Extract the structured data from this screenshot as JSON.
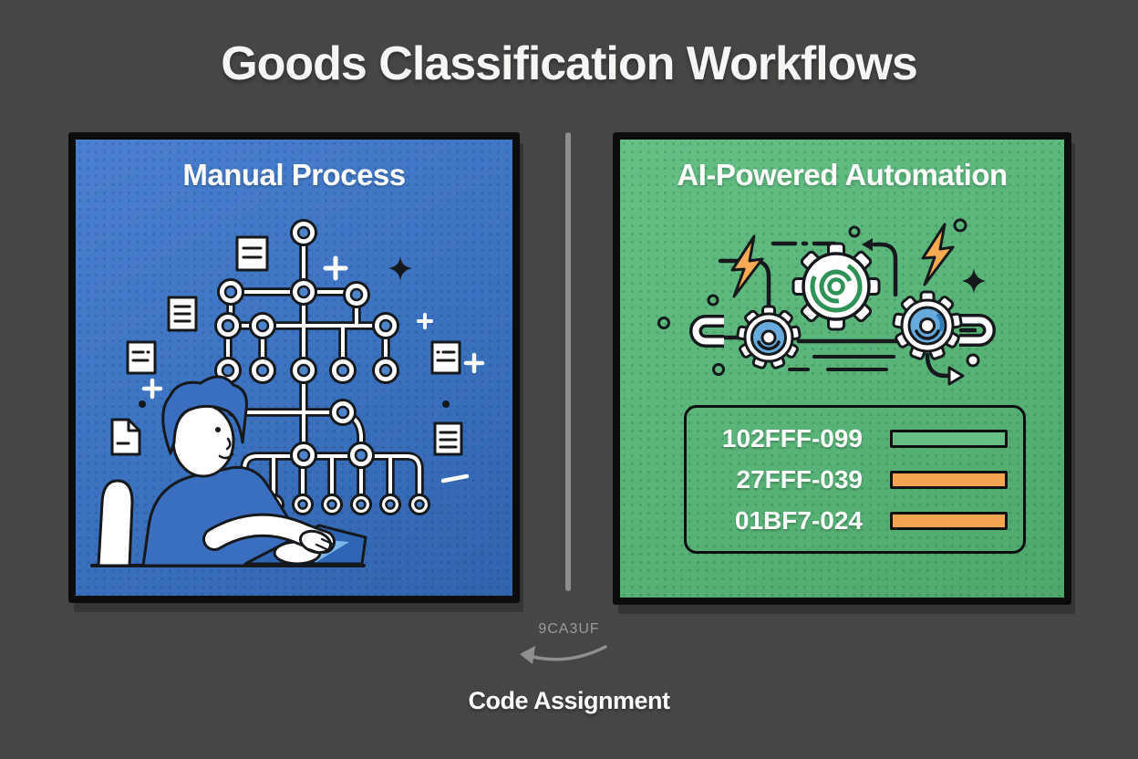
{
  "title": "Goods Classification Workflows",
  "left_panel": {
    "title": "Manual Process",
    "illustration": "person-at-laptop-with-decision-tree",
    "elements": [
      "decision-tree-nodes",
      "document-icons",
      "person-at-laptop",
      "sparkle-accents"
    ]
  },
  "right_panel": {
    "title": "AI-Powered Automation",
    "illustration": "automated-gear-pipeline",
    "elements": [
      "gears",
      "lightning-bolts",
      "magnets",
      "flow-pipes",
      "forward-arrow"
    ],
    "codes": [
      {
        "label": "102FFF-099",
        "bar_color": "#66c084"
      },
      {
        "label": "27FFF-039",
        "bar_color": "#f2a54e"
      },
      {
        "label": "01BF7-024",
        "bar_color": "#f2a54e"
      }
    ]
  },
  "footer": {
    "annotation": "9CA3UF",
    "caption": "Code Assignment"
  },
  "colors": {
    "background": "#484644",
    "panel_blue": "#3e74c1",
    "panel_green": "#5bb77b",
    "border_black": "#0c0c0c",
    "divider_gray": "#8e8e8e",
    "bar_green": "#66c084",
    "bar_orange": "#f2a54e",
    "lightning_orange": "#f6ab52",
    "node_blue": "#4d83cb",
    "gear_blue": "#66abdc",
    "text_white": "#ffffff",
    "annotation_gray": "#9b9b9b"
  }
}
